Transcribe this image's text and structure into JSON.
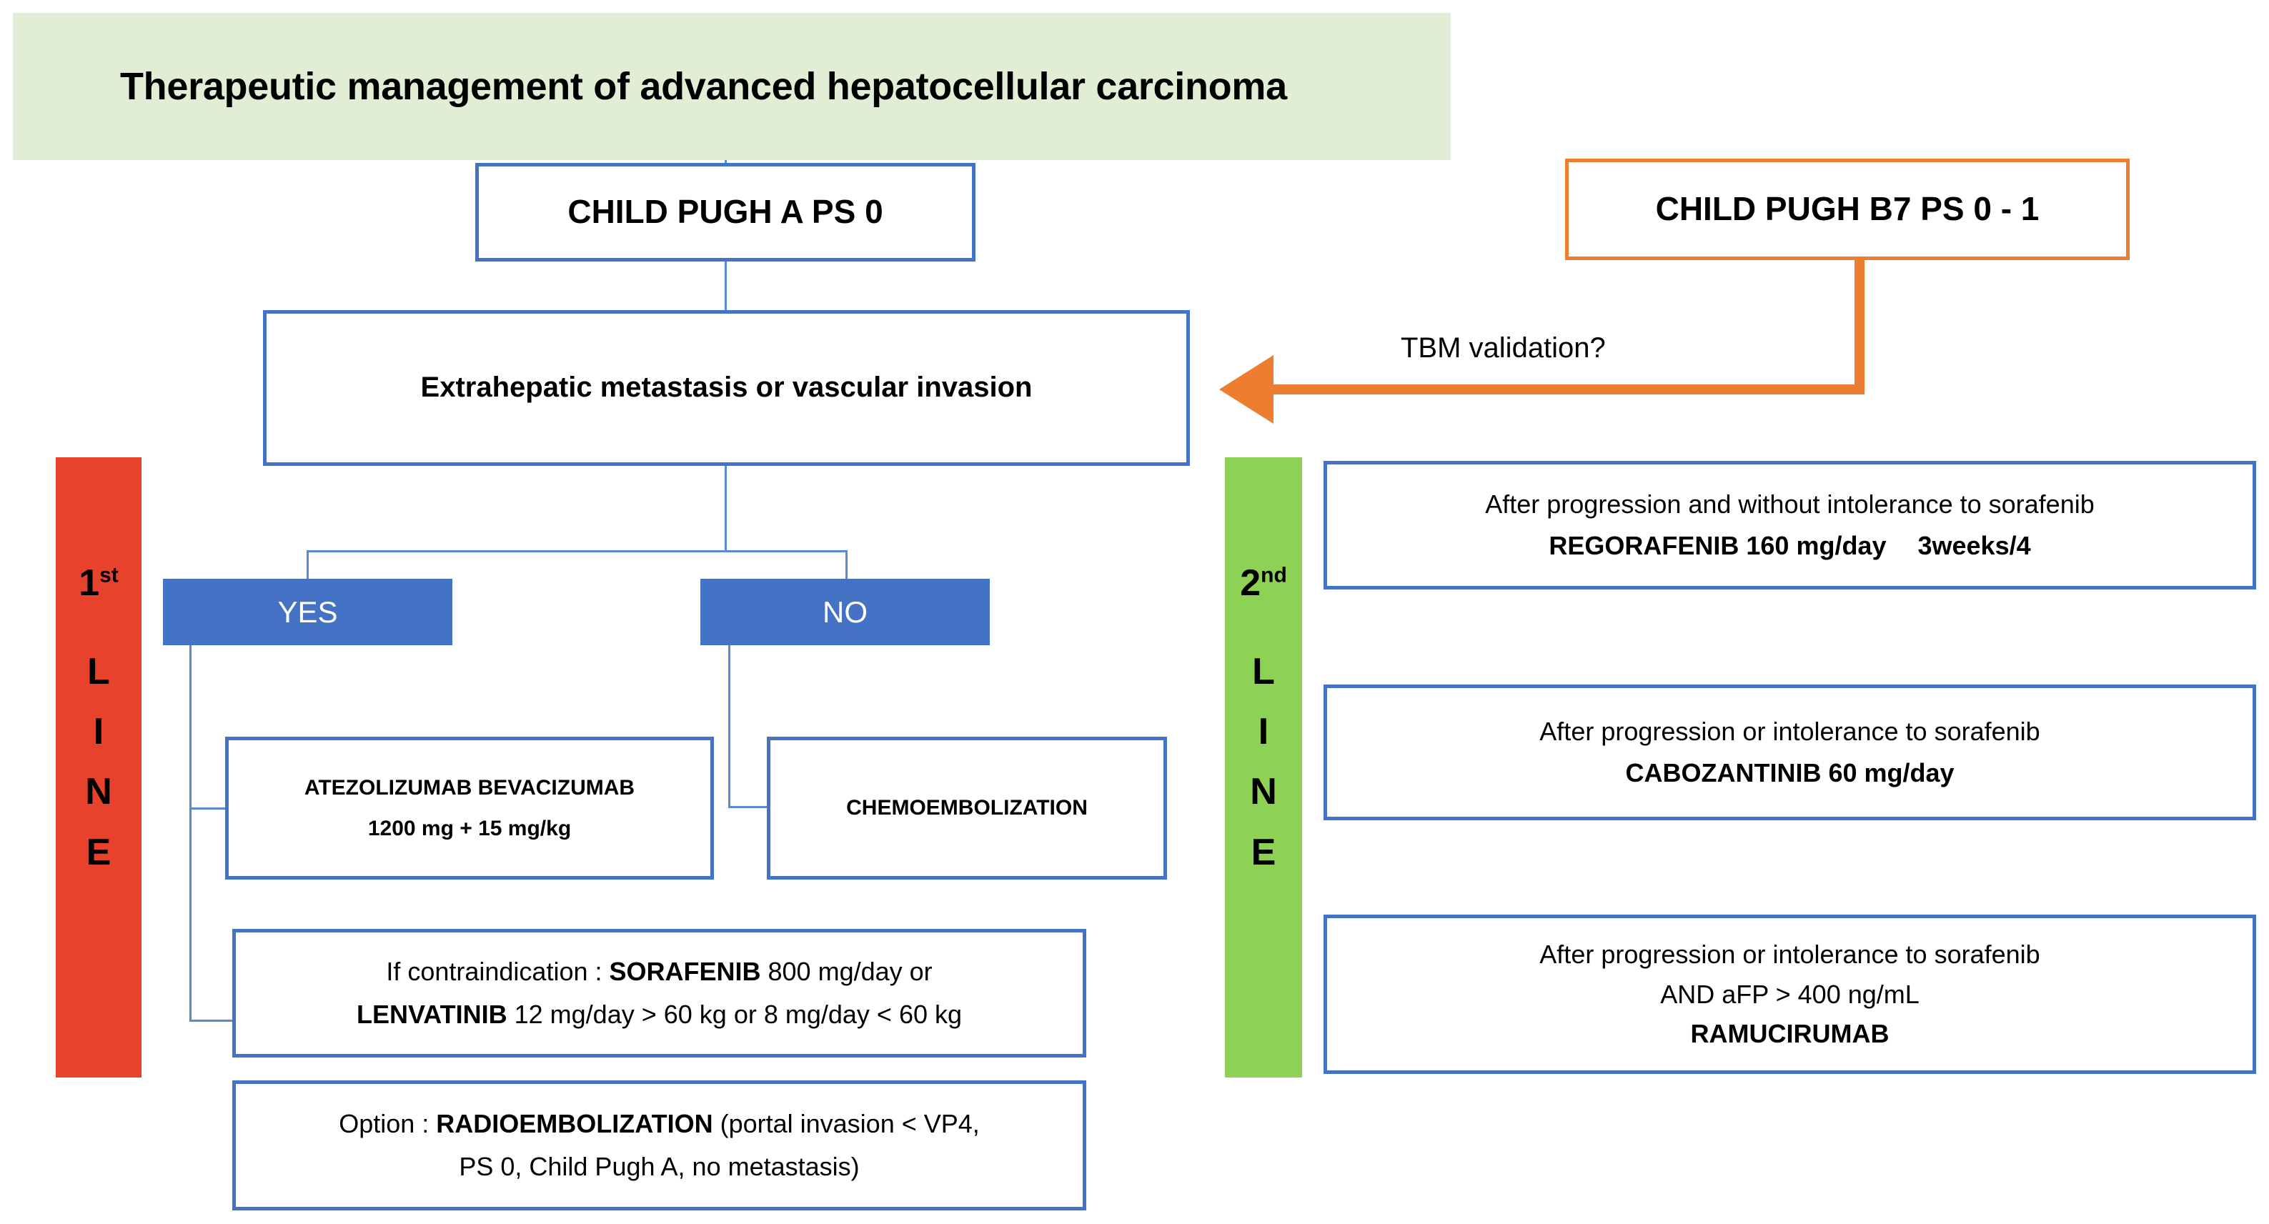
{
  "title": {
    "text": "Therapeutic management of advanced hepatocellular carcinoma",
    "banner_color": "#E2EDD6"
  },
  "colors": {
    "blue_border": "#4472C4",
    "blue_fill": "#4472C4",
    "orange": "#ED7D31",
    "red_bar": "#E8412C",
    "green_bar": "#8DD155",
    "connector": "#5B8AD4"
  },
  "nodes": {
    "child_pugh_a": "CHILD PUGH A PS 0",
    "child_pugh_b7": "CHILD PUGH B7 PS 0 - 1",
    "extrahepatic": "Extrahepatic metastasis or vascular invasion",
    "yes": "YES",
    "no": "NO",
    "atezolizumab": {
      "line1": "ATEZOLIZUMAB BEVACIZUMAB",
      "line2": "1200 mg + 15 mg/kg"
    },
    "chemoembolization": "CHEMOEMBOLIZATION",
    "contraindication": {
      "line1_prefix": "If contraindication : ",
      "line1_drug": "SORAFENIB",
      "line1_suffix": " 800 mg/day or",
      "line2_drug": "LENVATINIB",
      "line2_suffix": " 12 mg/day > 60 kg or 8 mg/day < 60 kg"
    },
    "option": {
      "line1_prefix": "Option : ",
      "line1_drug": "RADIOEMBOLIZATION",
      "line1_suffix": " (portal invasion < VP4,",
      "line2": "PS 0, Child Pugh A, no metastasis)"
    },
    "regorafenib": {
      "line1": "After progression and without intolerance to sorafenib",
      "line2_drug": "REGORAFENIB 160 mg/day",
      "line2_extra": "3weeks/4"
    },
    "cabozantinib": {
      "line1": "After progression or intolerance to sorafenib",
      "line2_drug": "CABOZANTINIB 60 mg/day"
    },
    "ramucirumab": {
      "line1": "After progression or intolerance to sorafenib",
      "line2": "AND aFP > 400 ng/mL",
      "line3_drug": "RAMUCIRUMAB"
    }
  },
  "bars": {
    "first": {
      "ordinal_number": "1",
      "ordinal_suffix": "st",
      "letters": "L\nI\nN\nE"
    },
    "second": {
      "ordinal_number": "2",
      "ordinal_suffix": "nd",
      "letters": "L\nI\nN\nE"
    }
  },
  "arrow": {
    "label": "TBM validation?"
  }
}
